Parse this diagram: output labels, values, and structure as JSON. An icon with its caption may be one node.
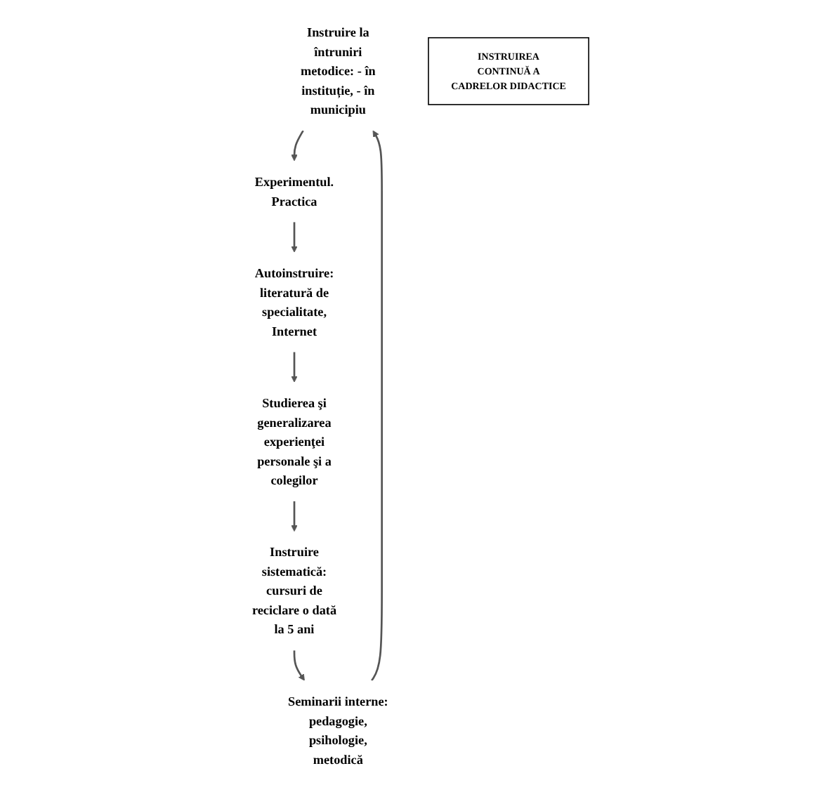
{
  "diagram": {
    "nodes": [
      {
        "text": [
          "Instruire la întruniri metodice: - în instituție, - în municipiu"
        ]
      },
      {
        "text": [
          "Experimentul. Practica"
        ]
      },
      {
        "text": [
          "Seminarii interne: pedagogie, psihologie, metodică"
        ]
      },
      {
        "text": [
          "INSTRUIREA CONTINUĂ A CADRELOR DIDACTICE"
        ]
      },
      {
        "text": [
          "Autoinstruire: literatură de specialitate, Internet"
        ]
      },
      {
        "text": [
          "Instruire sistematică: cursuri de reciclare o dată la 5 ani"
        ]
      },
      {
        "text": [
          "Studierea şi generalizarea experienţei personale şi a colegilor"
        ]
      }
    ],
    "edges": [
      {
        "from": 0,
        "to": 1,
        "arrow": "to"
      },
      {
        "from": 1,
        "to": 4,
        "arrow": "to"
      },
      {
        "from": 4,
        "to": 6,
        "arrow": "to"
      },
      {
        "from": 6,
        "to": 5,
        "arrow": "to"
      },
      {
        "from": 5,
        "to": 2,
        "arrow": "to"
      },
      {
        "from": 2,
        "to": 0,
        "arrow": "to"
      }
    ]
  }
}
